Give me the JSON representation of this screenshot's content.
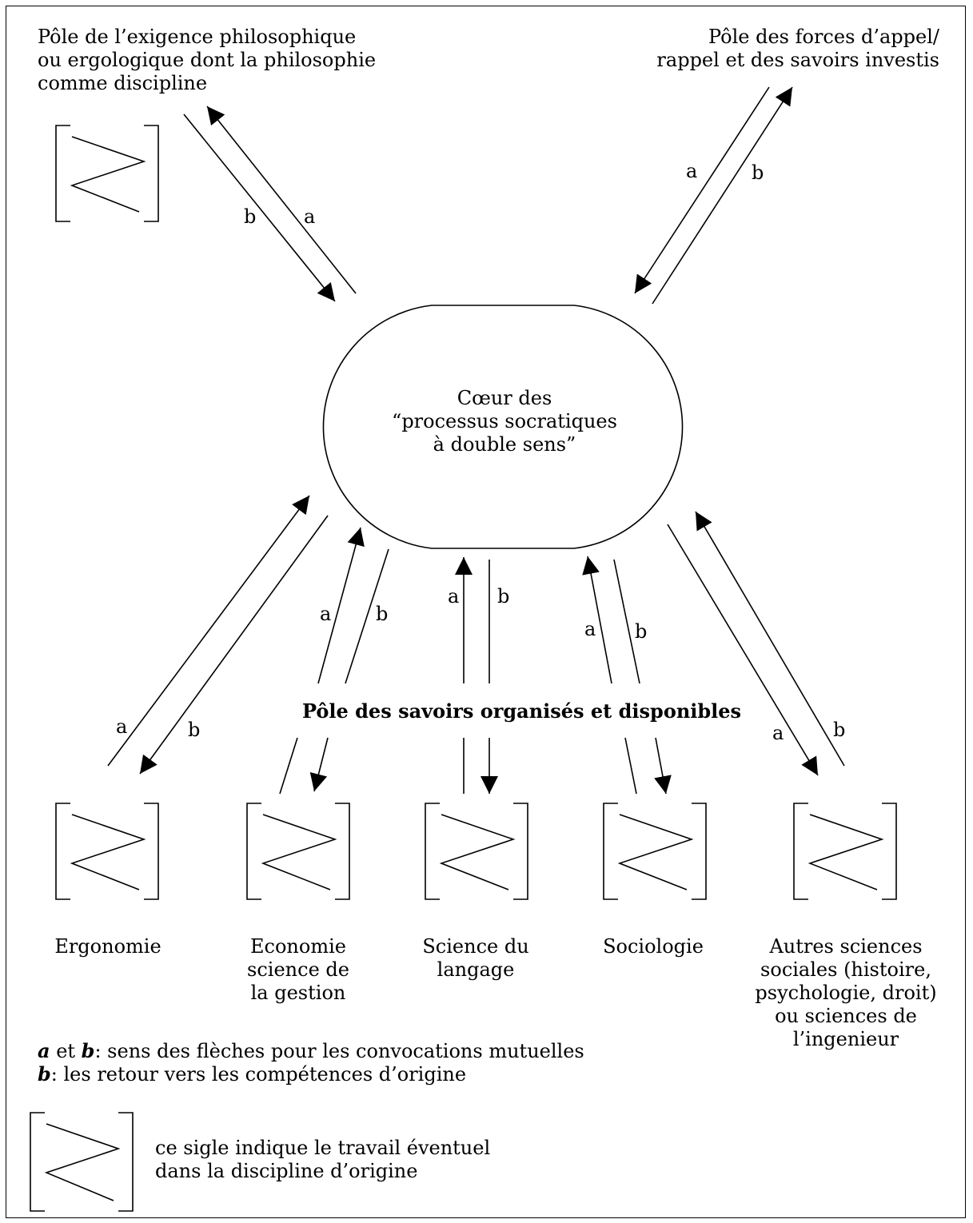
{
  "poles": {
    "top_left": "Pôle de l’exigence philosophique\nou ergologique dont la philosophie\ncomme discipline",
    "top_right": "Pôle des forces d’appel/\nrappel et des savoirs investis",
    "center": "Cœur des\n“processus socratiques\nà double sens”",
    "middle": "Pôle des savoirs organisés et disponibles"
  },
  "disciplines": [
    {
      "label": "Ergonomie"
    },
    {
      "label": "Economie\nscience de\nla gestion"
    },
    {
      "label": "Science du\nlangage"
    },
    {
      "label": "Sociologie"
    },
    {
      "label": "Autres sciences\nsociales (histoire,\npsychologie, droit)\nou sciences de\nl’ingenieur"
    }
  ],
  "arrow_labels": {
    "a": "a",
    "b": "b"
  },
  "legend": {
    "line1_a": "a",
    "line1_and": " et ",
    "line1_b": "b",
    "line1_rest": ": sens des flèches pour les convocations mutuelles",
    "line2_b": "b",
    "line2_rest": ": les retour vers les compétences d’origine",
    "symbol_text": "ce sigle indique le travail éventuel\ndans la discipline d’origine"
  }
}
